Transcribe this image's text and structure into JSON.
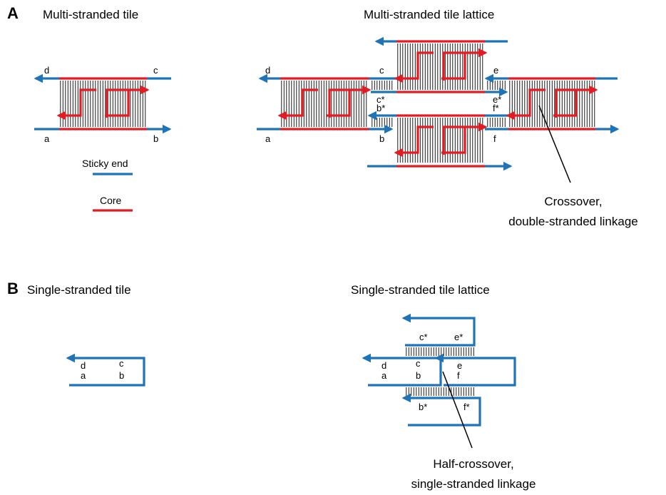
{
  "panel_a": {
    "letter": "A",
    "tile_title": "Multi-stranded tile",
    "lattice_title": "Multi-stranded tile lattice",
    "tile_labels": {
      "d": "d",
      "c": "c",
      "a": "a",
      "b": "b"
    },
    "lattice_labels": {
      "d": "d",
      "c": "c",
      "e": "e",
      "c_star": "c*",
      "e_star": "e*",
      "b_star": "b*",
      "f_star": "f*",
      "a": "a",
      "b": "b",
      "f": "f"
    },
    "legend": {
      "sticky_end": "Sticky end",
      "core": "Core"
    },
    "callout": {
      "line1": "Crossover,",
      "line2": "double-stranded linkage"
    }
  },
  "panel_b": {
    "letter": "B",
    "tile_title": "Single-stranded tile",
    "lattice_title": "Single-stranded tile lattice",
    "tile_labels": {
      "d": "d",
      "c": "c",
      "a": "a",
      "b": "b"
    },
    "lattice_labels": {
      "c_star": "c*",
      "e_star": "e*",
      "d": "d",
      "c": "c",
      "e": "e",
      "a": "a",
      "b": "b",
      "f": "f",
      "b_star": "b*",
      "f_star": "f*"
    },
    "callout": {
      "line1": "Half-crossover,",
      "line2": "single-stranded linkage"
    }
  },
  "colors": {
    "sticky_end": "#1f73b7",
    "core": "#e31b23"
  }
}
